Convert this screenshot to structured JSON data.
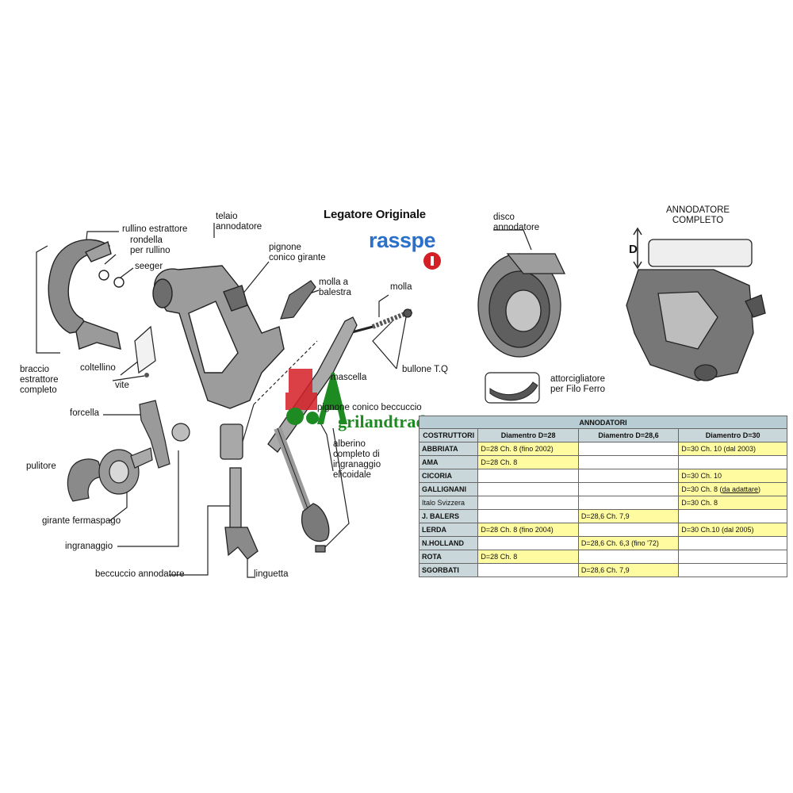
{
  "title": "Legatore Originale",
  "brand": "rasspe",
  "watermark": "grilandtrader.com",
  "labels": {
    "rullino_estrattore": "rullino estrattore",
    "rondella": "rondella\nper rullino",
    "seeger": "seeger",
    "braccio": "braccio\nestrattore\ncompleto",
    "coltellino": "coltellino",
    "vite": "vite",
    "forcella": "forcella",
    "pulitore": "pulitore",
    "girante": "girante fermaspago",
    "ingranaggio": "ingranaggio",
    "beccuccio_annodatore": "beccuccio annodatore",
    "linguetta": "linguetta",
    "telaio": "telaio\nannodatore",
    "pignone": "pignone\nconico girante",
    "molla_balestra": "molla a\nbalestra",
    "molla": "molla",
    "bullone": "bullone T.Q",
    "mascella": "mascella",
    "pignone_beccuccio": "pignone conico beccuccio",
    "alberino": "alberino\ncompleto di\ningranaggio\nelicoidale",
    "disco": "disco\nannodatore",
    "attorcigliatore": "attorcigliatore\nper Filo Ferro",
    "annodatore_completo": "ANNODATORE\nCOMPLETO",
    "d_marker": "D"
  },
  "table": {
    "caption": "ANNODATORI",
    "headers": [
      "COSTRUTTORI",
      "Diamentro D=28",
      "Diamentro D=28,6",
      "Diamentro D=30"
    ],
    "rows": [
      {
        "name": "ABBRIATA",
        "c1": "D=28 Ch. 8 (fino 2002)",
        "c2": "",
        "c3": "D=30 Ch. 10 (dal 2003)"
      },
      {
        "name": "AMA",
        "c1": "D=28 Ch. 8",
        "c2": "",
        "c3": ""
      },
      {
        "name": "CICORIA",
        "c1": "",
        "c2": "",
        "c3": "D=30 Ch. 10"
      },
      {
        "name": "GALLIGNANI",
        "c1": "",
        "c2": "",
        "c3": "D=30 Ch. 8 (",
        "c3u": "da adattare",
        "c3t": ")"
      },
      {
        "name": "Italo Svizzera",
        "c1": "",
        "c2": "",
        "c3": "D=30 Ch. 8"
      },
      {
        "name": "J. BALERS",
        "c1": "",
        "c2": "D=28,6 Ch. 7,9",
        "c3": ""
      },
      {
        "name": "LERDA",
        "c1": "D=28 Ch. 8 (fino 2004)",
        "c2": "",
        "c3": "D=30 Ch.10 (dal 2005)"
      },
      {
        "name": "N.HOLLAND",
        "c1": "",
        "c2": "D=28,6 Ch. 6,3 (fino '72)",
        "c3": ""
      },
      {
        "name": "ROTA",
        "c1": "D=28 Ch. 8",
        "c2": "",
        "c3": ""
      },
      {
        "name": "SGORBATI",
        "c1": "",
        "c2": "D=28,6 Ch. 7,9",
        "c3": ""
      }
    ]
  },
  "colors": {
    "brand_blue": "#2a6fc9",
    "brand_red": "#d51f26",
    "watermark_green": "#1e8a22",
    "cell_yellow": "#fffba0",
    "header_blue": "#c9d6da"
  }
}
